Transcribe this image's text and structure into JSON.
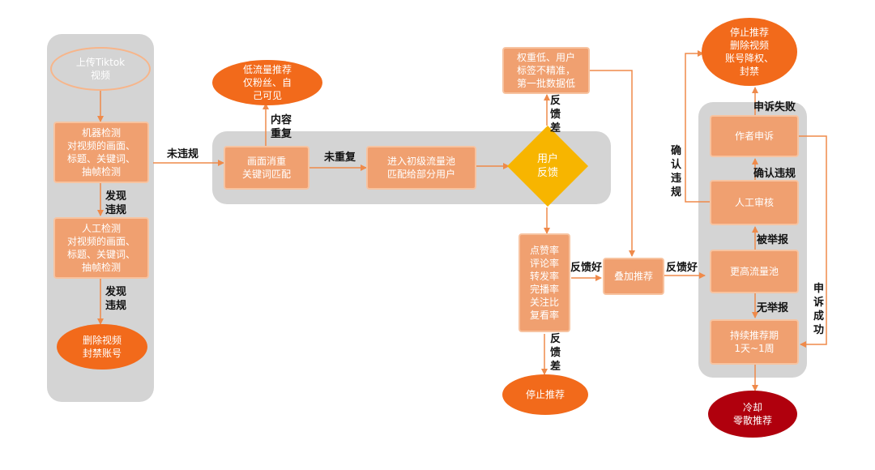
{
  "colors": {
    "panel": "#d4d4d4",
    "rect_fill": "#f0a070",
    "oval_fill": "#f26a1b",
    "diamond_fill": "#f7b500",
    "dark_oval_fill": "#b0000d",
    "arrow": "#ef8a4a"
  },
  "nodes": {
    "upload": "上传Tiktok\n视频",
    "machine_check": "机器检测\n对视频的画面、\n标题、关键词、\n抽帧检测",
    "manual_check": "人工检测\n对视频的画面、\n标题、关键词、\n抽帧检测",
    "delete_ban": "删除视频\n封禁账号",
    "low_traffic": "低流量推荐\n仅粉丝、自\n己可见",
    "dedup": "画面消重\n关键词匹配",
    "initial_pool": "进入初级流量池\n匹配给部分用户",
    "user_feedback": "用户\n反馈",
    "low_weight": "权重低、用户\n标签不精准，\n第一批数据低",
    "metrics": "点赞率\n评论率\n转发率\n完播率\n关注比\n复看率",
    "stop_recommend": "停止推荐",
    "boost": "叠加推荐",
    "stop_delete": "停止推荐\n删除视频\n账号降权、\n封禁",
    "appeal": "作者申诉",
    "manual_review": "人工审核",
    "higher_pool": "更高流量池",
    "sustained": "持续推荐期\n1天~1周",
    "cooldown": "冷却\n零散推荐"
  },
  "labels": {
    "no_violation": "未违规",
    "found_violation_1": "发现\n违规",
    "found_violation_2": "发现\n违规",
    "duplicate_content": "内容\n重复",
    "not_duplicate": "未重复",
    "feedback_bad_1": "反\n馈\n差",
    "feedback_bad_2": "反\n馈\n差",
    "feedback_good_1": "反馈好",
    "feedback_good_2": "反馈好",
    "confirmed_violation": "确\n认\n违\n规",
    "appeal_failed": "申诉失败",
    "confirm_violation": "确认违规",
    "reported": "被举报",
    "not_reported": "无举报",
    "appeal_success": "申\n诉\n成\n功"
  }
}
